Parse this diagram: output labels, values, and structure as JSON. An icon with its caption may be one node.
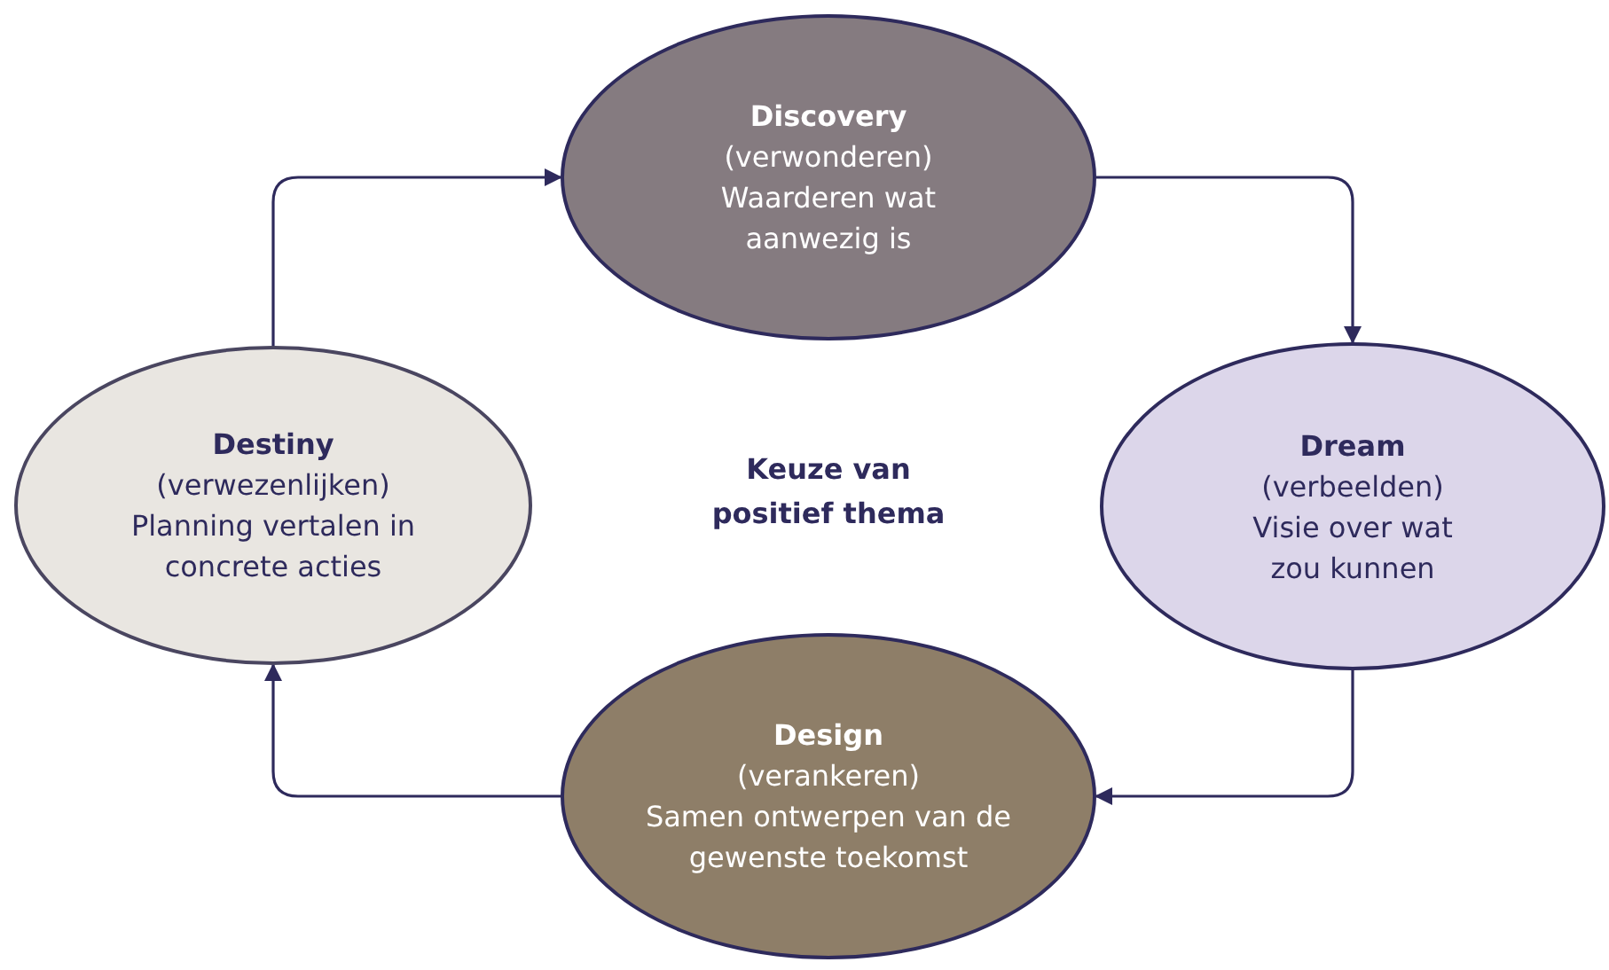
{
  "diagram": {
    "nodes": [
      {
        "text": [
          "Discovery",
          "(verwonderen)",
          "Waarderen wat aanwezig is"
        ]
      },
      {
        "text": [
          "Dream",
          "(verbeelden)",
          "Visie over wat zou kunnen"
        ]
      },
      {
        "text": [
          "Design",
          "(verankeren)",
          "Samen ontwerpen van de gewenste toekomst"
        ]
      },
      {
        "text": [
          "Destiny",
          "(verwezenlijken)",
          "Planning vertalen in concrete acties"
        ]
      }
    ],
    "edges": [
      {
        "from": 3,
        "to": 0,
        "arrow": "to"
      },
      {
        "from": 0,
        "to": 1,
        "arrow": "to"
      },
      {
        "from": 1,
        "to": 2,
        "arrow": "to"
      },
      {
        "from": 2,
        "to": 3,
        "arrow": "to"
      }
    ],
    "labels": [
      "Keuze van positief thema"
    ]
  }
}
